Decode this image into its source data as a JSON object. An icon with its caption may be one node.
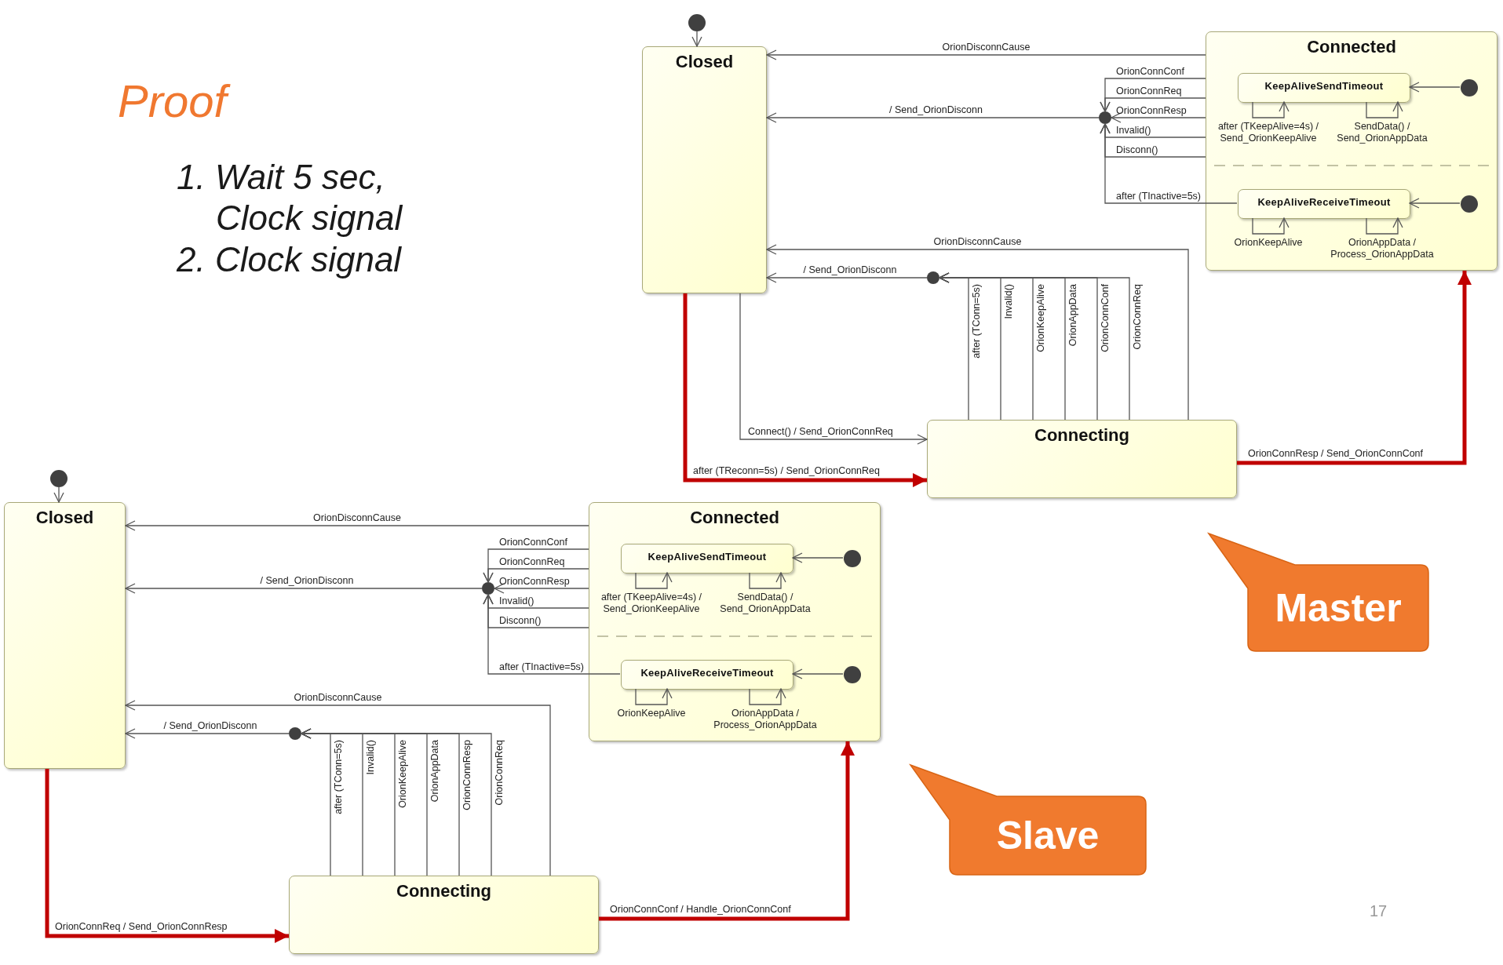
{
  "diagram": {
    "nodes": [
      {
        "text": [],
        "shape": "circle"
      },
      {
        "text": [
          "Closed"
        ]
      },
      {
        "text": [
          "Connected"
        ]
      },
      {
        "text": [
          "KeepAliveSendTimeout"
        ],
        "in": 2
      },
      {
        "text": [],
        "shape": "circle",
        "in": 2
      },
      {
        "text": [
          "KeepAliveReceiveTimeout"
        ],
        "in": 2
      },
      {
        "text": [],
        "shape": "circle",
        "in": 2
      },
      {
        "text": [],
        "shape": "circle"
      },
      {
        "text": [
          "Connecting"
        ]
      },
      {
        "text": [],
        "shape": "circle"
      },
      {
        "text": [],
        "shape": "circle"
      },
      {
        "text": [
          "Closed"
        ]
      },
      {
        "text": [
          "Connected"
        ]
      },
      {
        "text": [
          "KeepAliveSendTimeout"
        ],
        "in": 12
      },
      {
        "text": [],
        "shape": "circle",
        "in": 12
      },
      {
        "text": [
          "KeepAliveReceiveTimeout"
        ],
        "in": 12
      },
      {
        "text": [],
        "shape": "circle",
        "in": 12
      },
      {
        "text": [],
        "shape": "circle"
      },
      {
        "text": [
          "Connecting"
        ]
      },
      {
        "text": [],
        "shape": "circle"
      },
      {
        "text": [
          "Master"
        ]
      },
      {
        "text": [
          "Slave"
        ]
      }
    ],
    "edges": [
      {
        "from": 0,
        "to": 1,
        "arrow": "to"
      },
      {
        "from": 2,
        "to": 1,
        "arrow": "to",
        "label": "OrionDisconnCause"
      },
      {
        "from": 2,
        "to": 7,
        "arrow": "to",
        "label": "OrionConnConf"
      },
      {
        "from": 2,
        "to": 7,
        "arrow": "to",
        "label": "OrionConnReq"
      },
      {
        "from": 2,
        "to": 7,
        "arrow": "to",
        "label": "OrionConnResp"
      },
      {
        "from": 2,
        "to": 7,
        "arrow": "to",
        "label": "Invalid()"
      },
      {
        "from": 2,
        "to": 7,
        "arrow": "to",
        "label": "Disconn()"
      },
      {
        "from": 5,
        "to": 7,
        "arrow": "to",
        "label": "after (TInactive=5s)"
      },
      {
        "from": 7,
        "to": 1,
        "arrow": "to",
        "label": "/ Send_OrionDisconn"
      },
      {
        "from": 4,
        "to": 3,
        "arrow": "to"
      },
      {
        "from": 6,
        "to": 5,
        "arrow": "to"
      },
      {
        "from": 3,
        "to": 3,
        "arrow": "to",
        "label": "after (TKeepAlive=4s) / Send_OrionKeepAlive"
      },
      {
        "from": 3,
        "to": 3,
        "arrow": "to",
        "label": "SendData() / Send_OrionAppData"
      },
      {
        "from": 5,
        "to": 5,
        "arrow": "to",
        "label": "OrionKeepAlive"
      },
      {
        "from": 5,
        "to": 5,
        "arrow": "to",
        "label": "OrionAppData / Process_OrionAppData"
      },
      {
        "from": 8,
        "to": 1,
        "arrow": "to",
        "label": "OrionDisconnCause"
      },
      {
        "from": 8,
        "to": 9,
        "arrow": "to",
        "label": "OrionConnReq"
      },
      {
        "from": 8,
        "to": 9,
        "arrow": "to",
        "label": "OrionConnConf"
      },
      {
        "from": 8,
        "to": 9,
        "arrow": "to",
        "label": "OrionAppData"
      },
      {
        "from": 8,
        "to": 9,
        "arrow": "to",
        "label": "OrionKeepAlive"
      },
      {
        "from": 8,
        "to": 9,
        "arrow": "to",
        "label": "Invalid()"
      },
      {
        "from": 8,
        "to": 9,
        "arrow": "to",
        "label": "after (TConn=5s)"
      },
      {
        "from": 9,
        "to": 1,
        "arrow": "to",
        "label": "/ Send_OrionDisconn"
      },
      {
        "from": 1,
        "to": 8,
        "arrow": "to",
        "label": "Connect() / Send_OrionConnReq"
      },
      {
        "from": 1,
        "to": 8,
        "arrow": "to",
        "label": "after (TReconn=5s) / Send_OrionConnReq",
        "style": "thick",
        "color": "#c00000"
      },
      {
        "from": 8,
        "to": 2,
        "arrow": "to",
        "label": "OrionConnResp / Send_OrionConnConf",
        "style": "thick",
        "color": "#c00000"
      },
      {
        "from": 10,
        "to": 11,
        "arrow": "to"
      },
      {
        "from": 12,
        "to": 11,
        "arrow": "to",
        "label": "OrionDisconnCause"
      },
      {
        "from": 12,
        "to": 17,
        "arrow": "to",
        "label": "OrionConnConf"
      },
      {
        "from": 12,
        "to": 17,
        "arrow": "to",
        "label": "OrionConnReq"
      },
      {
        "from": 12,
        "to": 17,
        "arrow": "to",
        "label": "OrionConnResp"
      },
      {
        "from": 12,
        "to": 17,
        "arrow": "to",
        "label": "Invalid()"
      },
      {
        "from": 12,
        "to": 17,
        "arrow": "to",
        "label": "Disconn()"
      },
      {
        "from": 15,
        "to": 17,
        "arrow": "to",
        "label": "after (TInactive=5s)"
      },
      {
        "from": 17,
        "to": 11,
        "arrow": "to",
        "label": "/ Send_OrionDisconn"
      },
      {
        "from": 14,
        "to": 13,
        "arrow": "to"
      },
      {
        "from": 16,
        "to": 15,
        "arrow": "to"
      },
      {
        "from": 13,
        "to": 13,
        "arrow": "to",
        "label": "after (TKeepAlive=4s) / Send_OrionKeepAlive"
      },
      {
        "from": 13,
        "to": 13,
        "arrow": "to",
        "label": "SendData() / Send_OrionAppData"
      },
      {
        "from": 15,
        "to": 15,
        "arrow": "to",
        "label": "OrionKeepAlive"
      },
      {
        "from": 15,
        "to": 15,
        "arrow": "to",
        "label": "OrionAppData / Process_OrionAppData"
      },
      {
        "from": 18,
        "to": 11,
        "arrow": "to",
        "label": "OrionDisconnCause"
      },
      {
        "from": 18,
        "to": 19,
        "arrow": "to",
        "label": "OrionConnReq"
      },
      {
        "from": 18,
        "to": 19,
        "arrow": "to",
        "label": "OrionConnResp"
      },
      {
        "from": 18,
        "to": 19,
        "arrow": "to",
        "label": "OrionAppData"
      },
      {
        "from": 18,
        "to": 19,
        "arrow": "to",
        "label": "OrionKeepAlive"
      },
      {
        "from": 18,
        "to": 19,
        "arrow": "to",
        "label": "Invalid()"
      },
      {
        "from": 18,
        "to": 19,
        "arrow": "to",
        "label": "after (TConn=5s)"
      },
      {
        "from": 19,
        "to": 11,
        "arrow": "to",
        "label": "/ Send_OrionDisconn"
      },
      {
        "from": 11,
        "to": 18,
        "arrow": "to",
        "label": "OrionConnReq / Send_OrionConnResp",
        "style": "thick",
        "color": "#c00000"
      },
      {
        "from": 18,
        "to": 12,
        "arrow": "to",
        "label": "OrionConnConf / Handle_OrionConnConf",
        "style": "thick",
        "color": "#c00000"
      }
    ],
    "labels": [
      "Proof",
      "1. Wait 5 sec, Clock signal",
      "2. Clock signal",
      "17"
    ]
  }
}
